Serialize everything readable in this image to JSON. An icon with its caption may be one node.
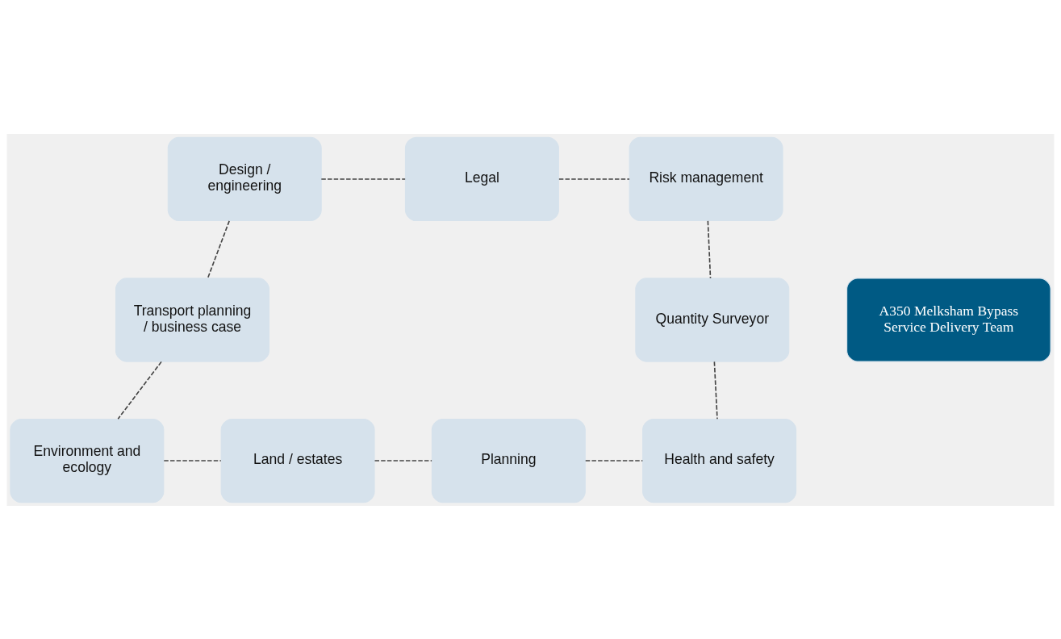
{
  "diagram": {
    "nodes": [
      {
        "text": [
          "Design / engineering"
        ]
      },
      {
        "text": [
          "Legal"
        ]
      },
      {
        "text": [
          "Risk management"
        ]
      },
      {
        "text": [
          "Transport planning / business case"
        ]
      },
      {
        "text": [
          "A350 Melksham Bypass Service Delivery Team"
        ]
      },
      {
        "text": [
          "Quantity Surveyor"
        ]
      },
      {
        "text": [
          "Environment and ecology"
        ]
      },
      {
        "text": [
          "Land / estates"
        ]
      },
      {
        "text": [
          "Planning"
        ]
      },
      {
        "text": [
          "Health and safety"
        ]
      }
    ],
    "edges": [
      {
        "from": 0,
        "to": 1,
        "arrow": "none",
        "style": "dashed"
      },
      {
        "from": 1,
        "to": 2,
        "arrow": "none",
        "style": "dashed"
      },
      {
        "from": 0,
        "to": 3,
        "arrow": "none",
        "style": "dashed"
      },
      {
        "from": 2,
        "to": 5,
        "arrow": "none",
        "style": "dashed"
      },
      {
        "from": 3,
        "to": 6,
        "arrow": "none",
        "style": "dashed"
      },
      {
        "from": 5,
        "to": 9,
        "arrow": "none",
        "style": "dashed"
      },
      {
        "from": 6,
        "to": 7,
        "arrow": "none",
        "style": "dashed"
      },
      {
        "from": 7,
        "to": 8,
        "arrow": "none",
        "style": "dashed"
      },
      {
        "from": 8,
        "to": 9,
        "arrow": "none",
        "style": "dashed"
      }
    ]
  }
}
